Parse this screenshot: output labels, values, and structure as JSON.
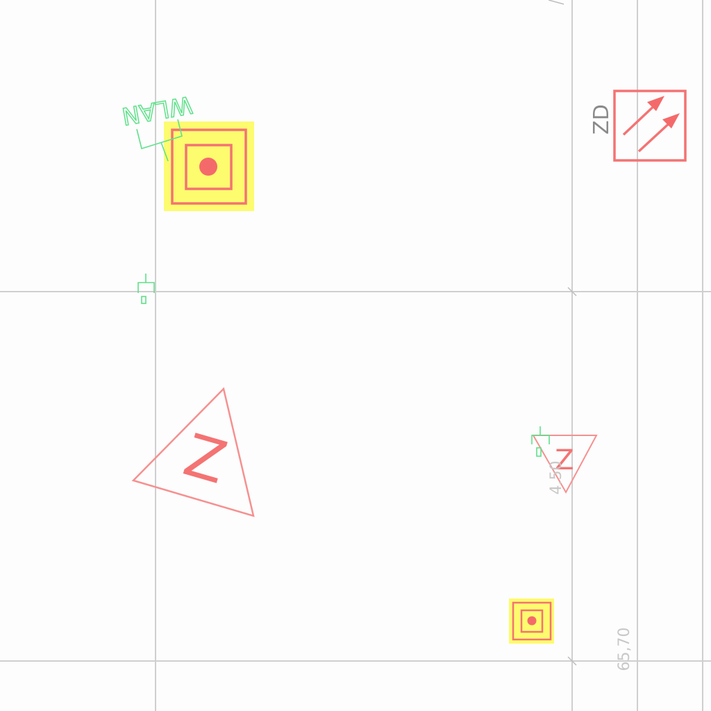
{
  "labels": {
    "wlan": "WLAN",
    "zd": "ZD",
    "z_large": "Z",
    "z_small": "Z",
    "dim_vertical": "4.50",
    "dim_bottom": "65,70"
  },
  "colors": {
    "symbol": "#f47373",
    "highlight": "#fdfb6e",
    "grid": "#cfcfcf",
    "annotation": "#5fe08a"
  },
  "icons": {
    "outlet_large": "ceiling-outlet-icon",
    "outlet_small": "ceiling-outlet-icon",
    "zd": "double-arrow-box-icon",
    "z_triangle": "triangle-z-icon"
  }
}
